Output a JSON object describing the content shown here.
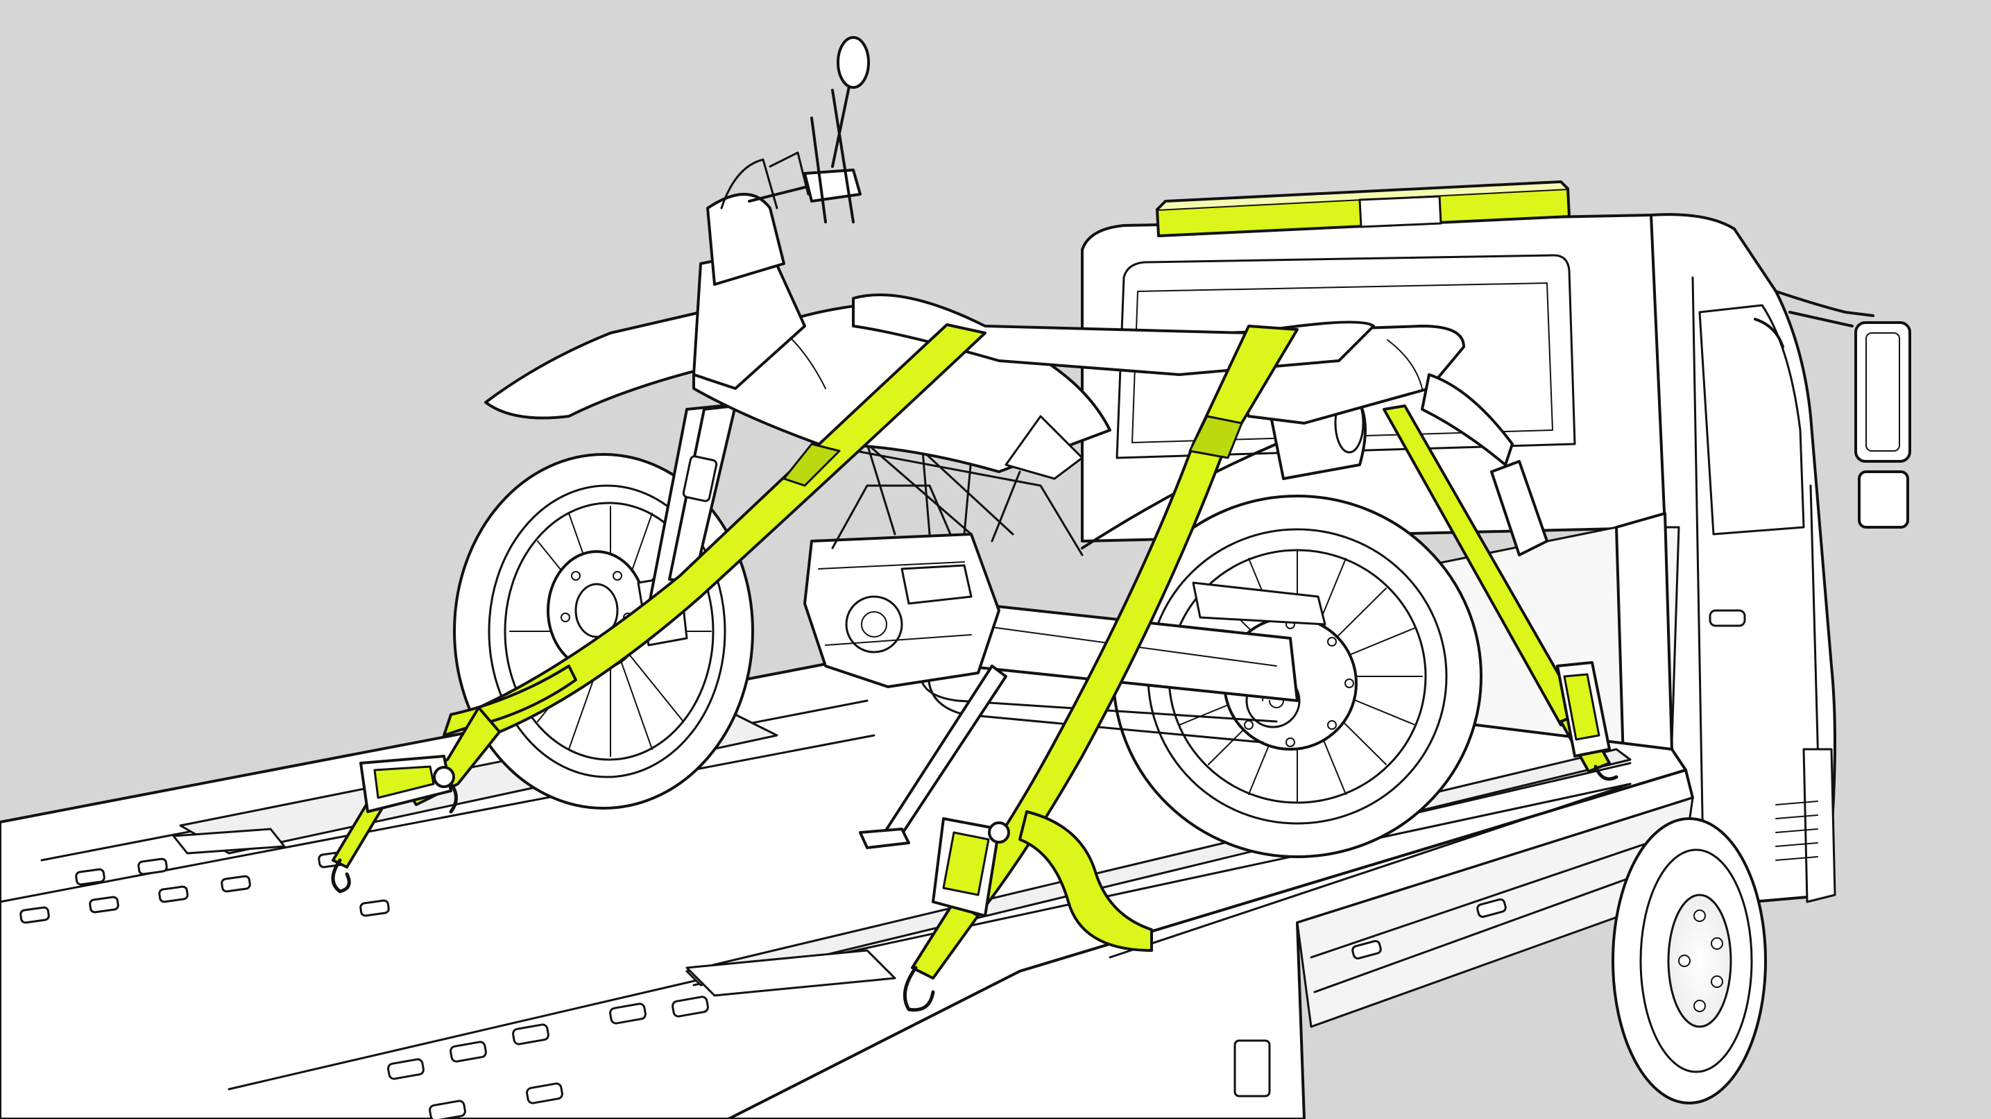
{
  "scene": {
    "subject": "motorcycle-strapped-on-flatbed-truck",
    "style": "line-art-illustration",
    "colors": {
      "background": "#d6d6d6",
      "line": "#111111",
      "fill": "#ffffff",
      "accent_strap": "#dcf51a",
      "accent_strap_shade": "#bcd80f",
      "light_bar": "#dcf51a"
    },
    "elements": [
      "truck-cab",
      "roof-light-bar",
      "side-mirror",
      "flatbed-deck",
      "wheel-chock",
      "motorcycle",
      "front-wheel",
      "rear-wheel",
      "kickstand",
      "strap-front-left",
      "strap-rear-left",
      "strap-rear-right",
      "ratchet-buckle",
      "hook"
    ]
  }
}
